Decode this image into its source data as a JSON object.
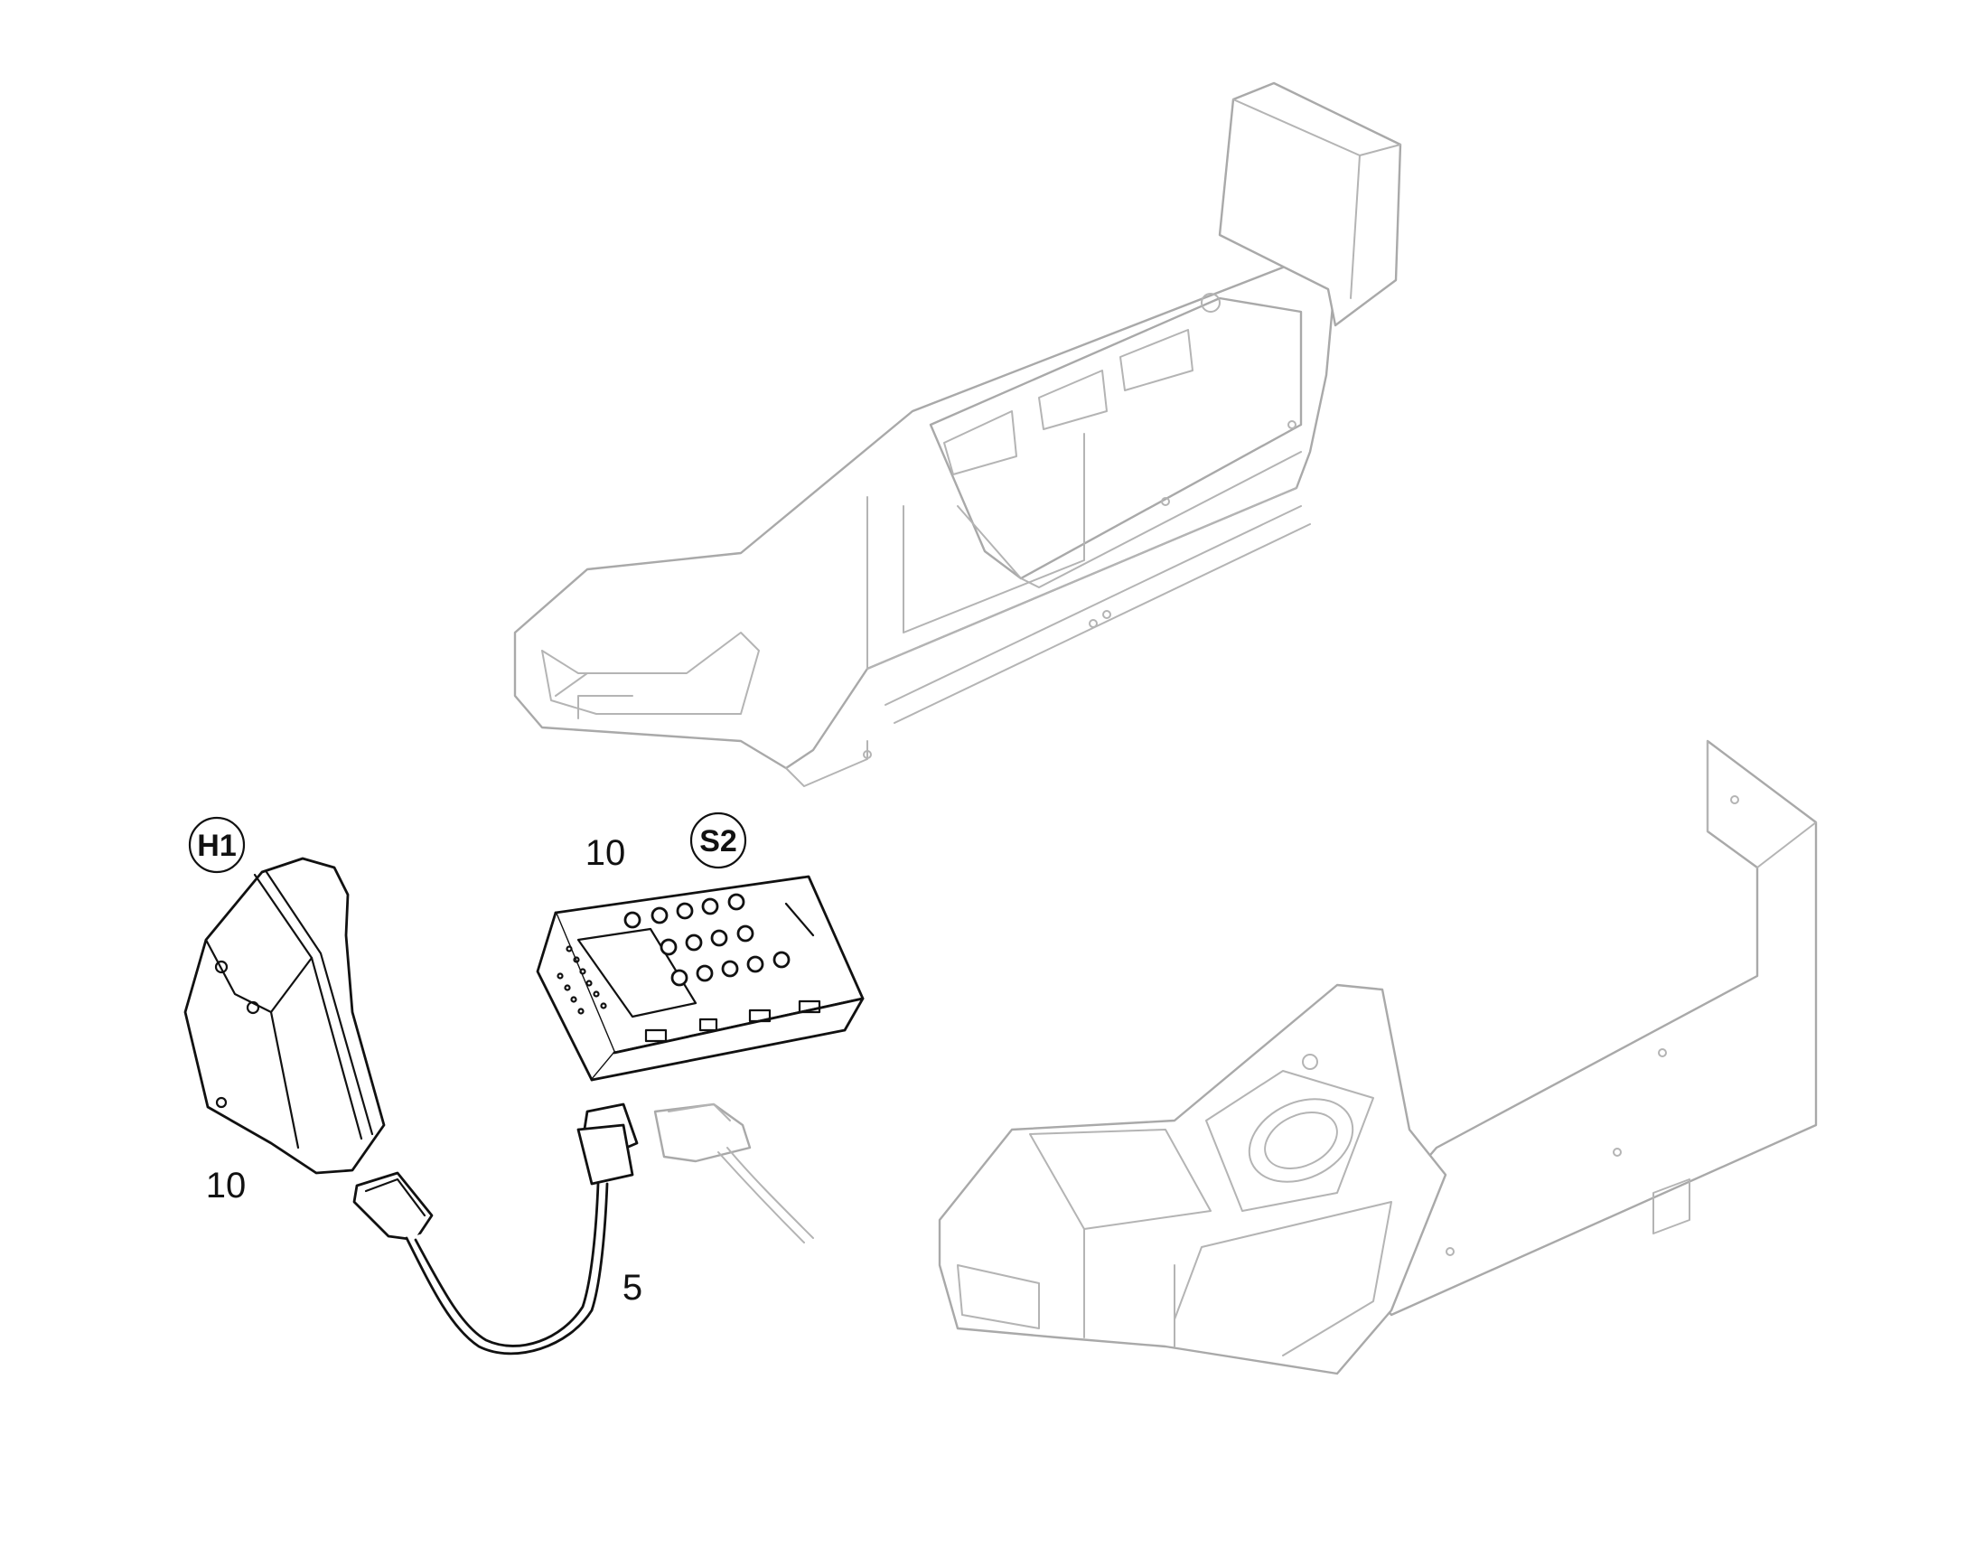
{
  "badges": {
    "h1": "H1",
    "s2": "S2"
  },
  "callouts": {
    "handle_qty": "10",
    "panel_qty": "10",
    "cable_qty": "5"
  },
  "colors": {
    "line": "#1a1a1a",
    "ghost_line": "#a9a9a9",
    "background": "#ffffff"
  }
}
